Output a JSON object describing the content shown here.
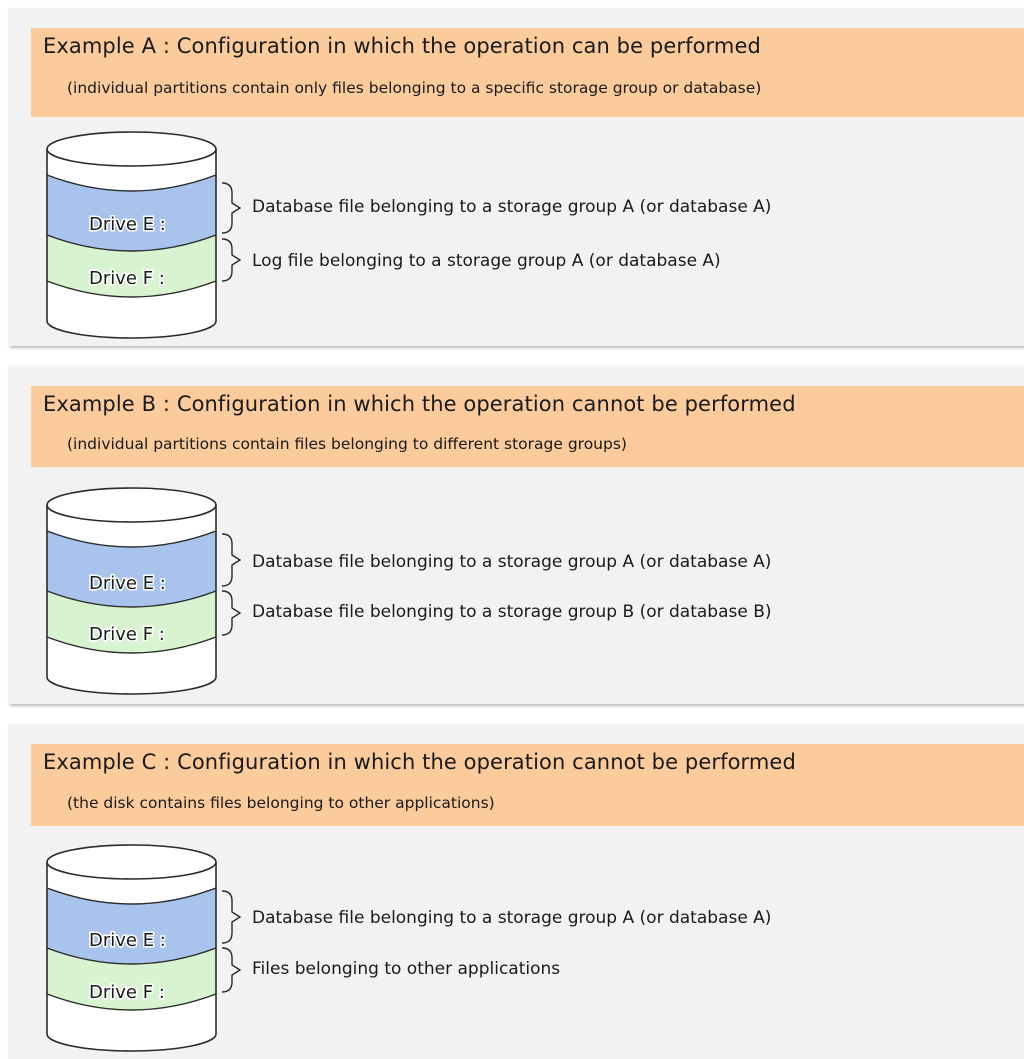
{
  "examples": [
    {
      "title": "Example A : Configuration in which the operation can be performed",
      "subtitle": "(individual partitions contain only files belonging to a specific storage group or database)",
      "drives": [
        {
          "label": "Drive E :",
          "color": "#a8c3ec"
        },
        {
          "label": "Drive F :",
          "color": "#d8f3cf"
        }
      ],
      "descriptions": [
        "Database file belonging to a storage group A (or database A)",
        "Log file belonging to a storage group A (or database A)"
      ]
    },
    {
      "title": "Example B : Configuration in which the operation cannot be performed",
      "subtitle": "(individual partitions contain files belonging to different storage groups)",
      "drives": [
        {
          "label": "Drive E :",
          "color": "#a8c3ec"
        },
        {
          "label": "Drive F :",
          "color": "#d8f3cf"
        }
      ],
      "descriptions": [
        "Database file belonging to a storage group A (or database A)",
        "Database file belonging to a storage group B (or database B)"
      ]
    },
    {
      "title": "Example C : Configuration in which the operation cannot be performed",
      "subtitle": "(the disk contains files belonging to other applications)",
      "drives": [
        {
          "label": "Drive E :",
          "color": "#a8c3ec"
        },
        {
          "label": "Drive F :",
          "color": "#d8f3cf"
        }
      ],
      "descriptions": [
        "Database file belonging to a storage group A (or database A)",
        "Files belonging to other applications"
      ]
    }
  ],
  "colors": {
    "panel": "#f2f2f2",
    "title_band": "#fccb9c",
    "disk_outline": "#2a2a2a"
  }
}
